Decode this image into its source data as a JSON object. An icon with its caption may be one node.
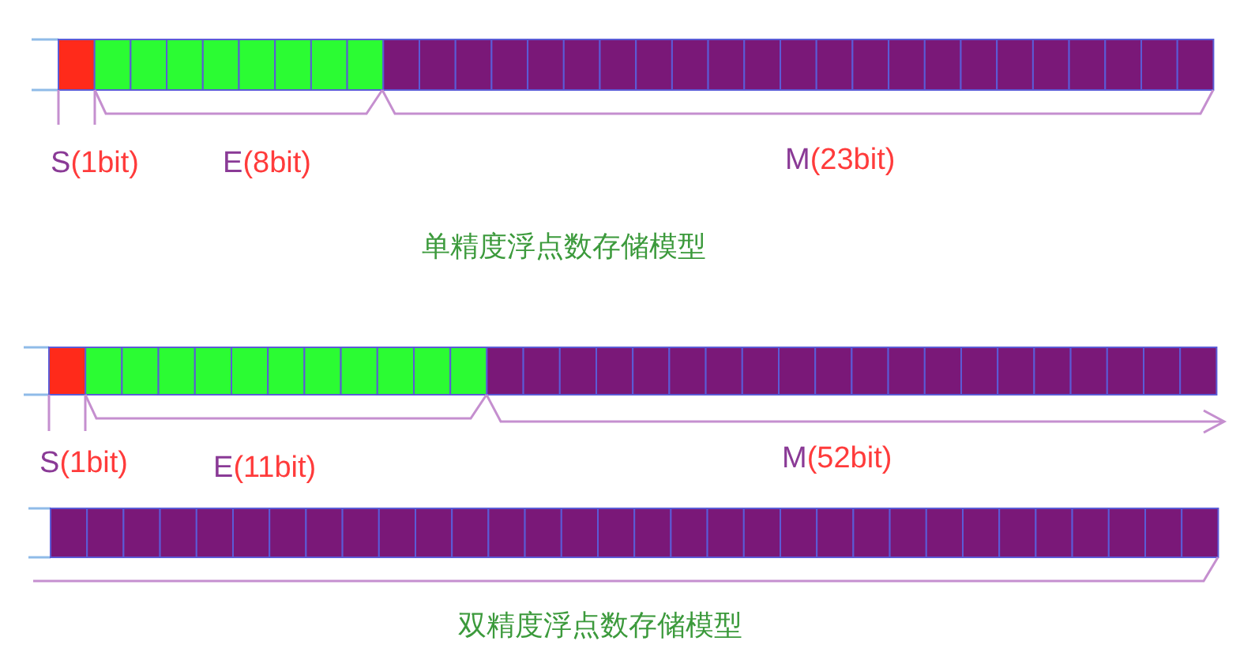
{
  "diagram": {
    "labels": [
      "S(1bit)",
      "E(8bit)",
      "M(23bit)",
      "单精度浮点数存储模型",
      "S(1bit)",
      "E(11bit)",
      "M(52bit)",
      "双精度浮点数存储模型"
    ]
  }
}
